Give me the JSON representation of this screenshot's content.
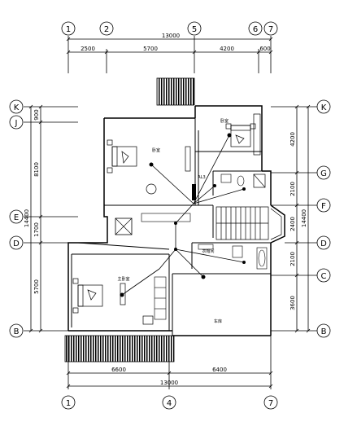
{
  "grid_top": [
    "1",
    "2",
    "5",
    "6",
    "7"
  ],
  "grid_bottom": [
    "1",
    "4",
    "7"
  ],
  "grid_left": [
    "K",
    "J",
    "E",
    "D",
    "B"
  ],
  "grid_right": [
    "K",
    "G",
    "F",
    "D",
    "C",
    "B"
  ],
  "dims_top_total": "13000",
  "dims_top": [
    "2500",
    "5700",
    "4200",
    "600"
  ],
  "dims_bottom": [
    "6600",
    "6400"
  ],
  "dims_bottom_total": "13000",
  "dims_left": [
    "900",
    "8100",
    "1700",
    "5700"
  ],
  "dims_left_total": "14400",
  "dims_right": [
    "4200",
    "2100",
    "2400",
    "2100",
    "3600"
  ],
  "dims_right_total": "14400",
  "rooms": {
    "bedroom_top_right": "卧室",
    "bedroom_center": "卧室",
    "master_bedroom": "主卧室",
    "cloakroom": "衣帽间",
    "garage": "车库",
    "panel_label": "AL3"
  }
}
